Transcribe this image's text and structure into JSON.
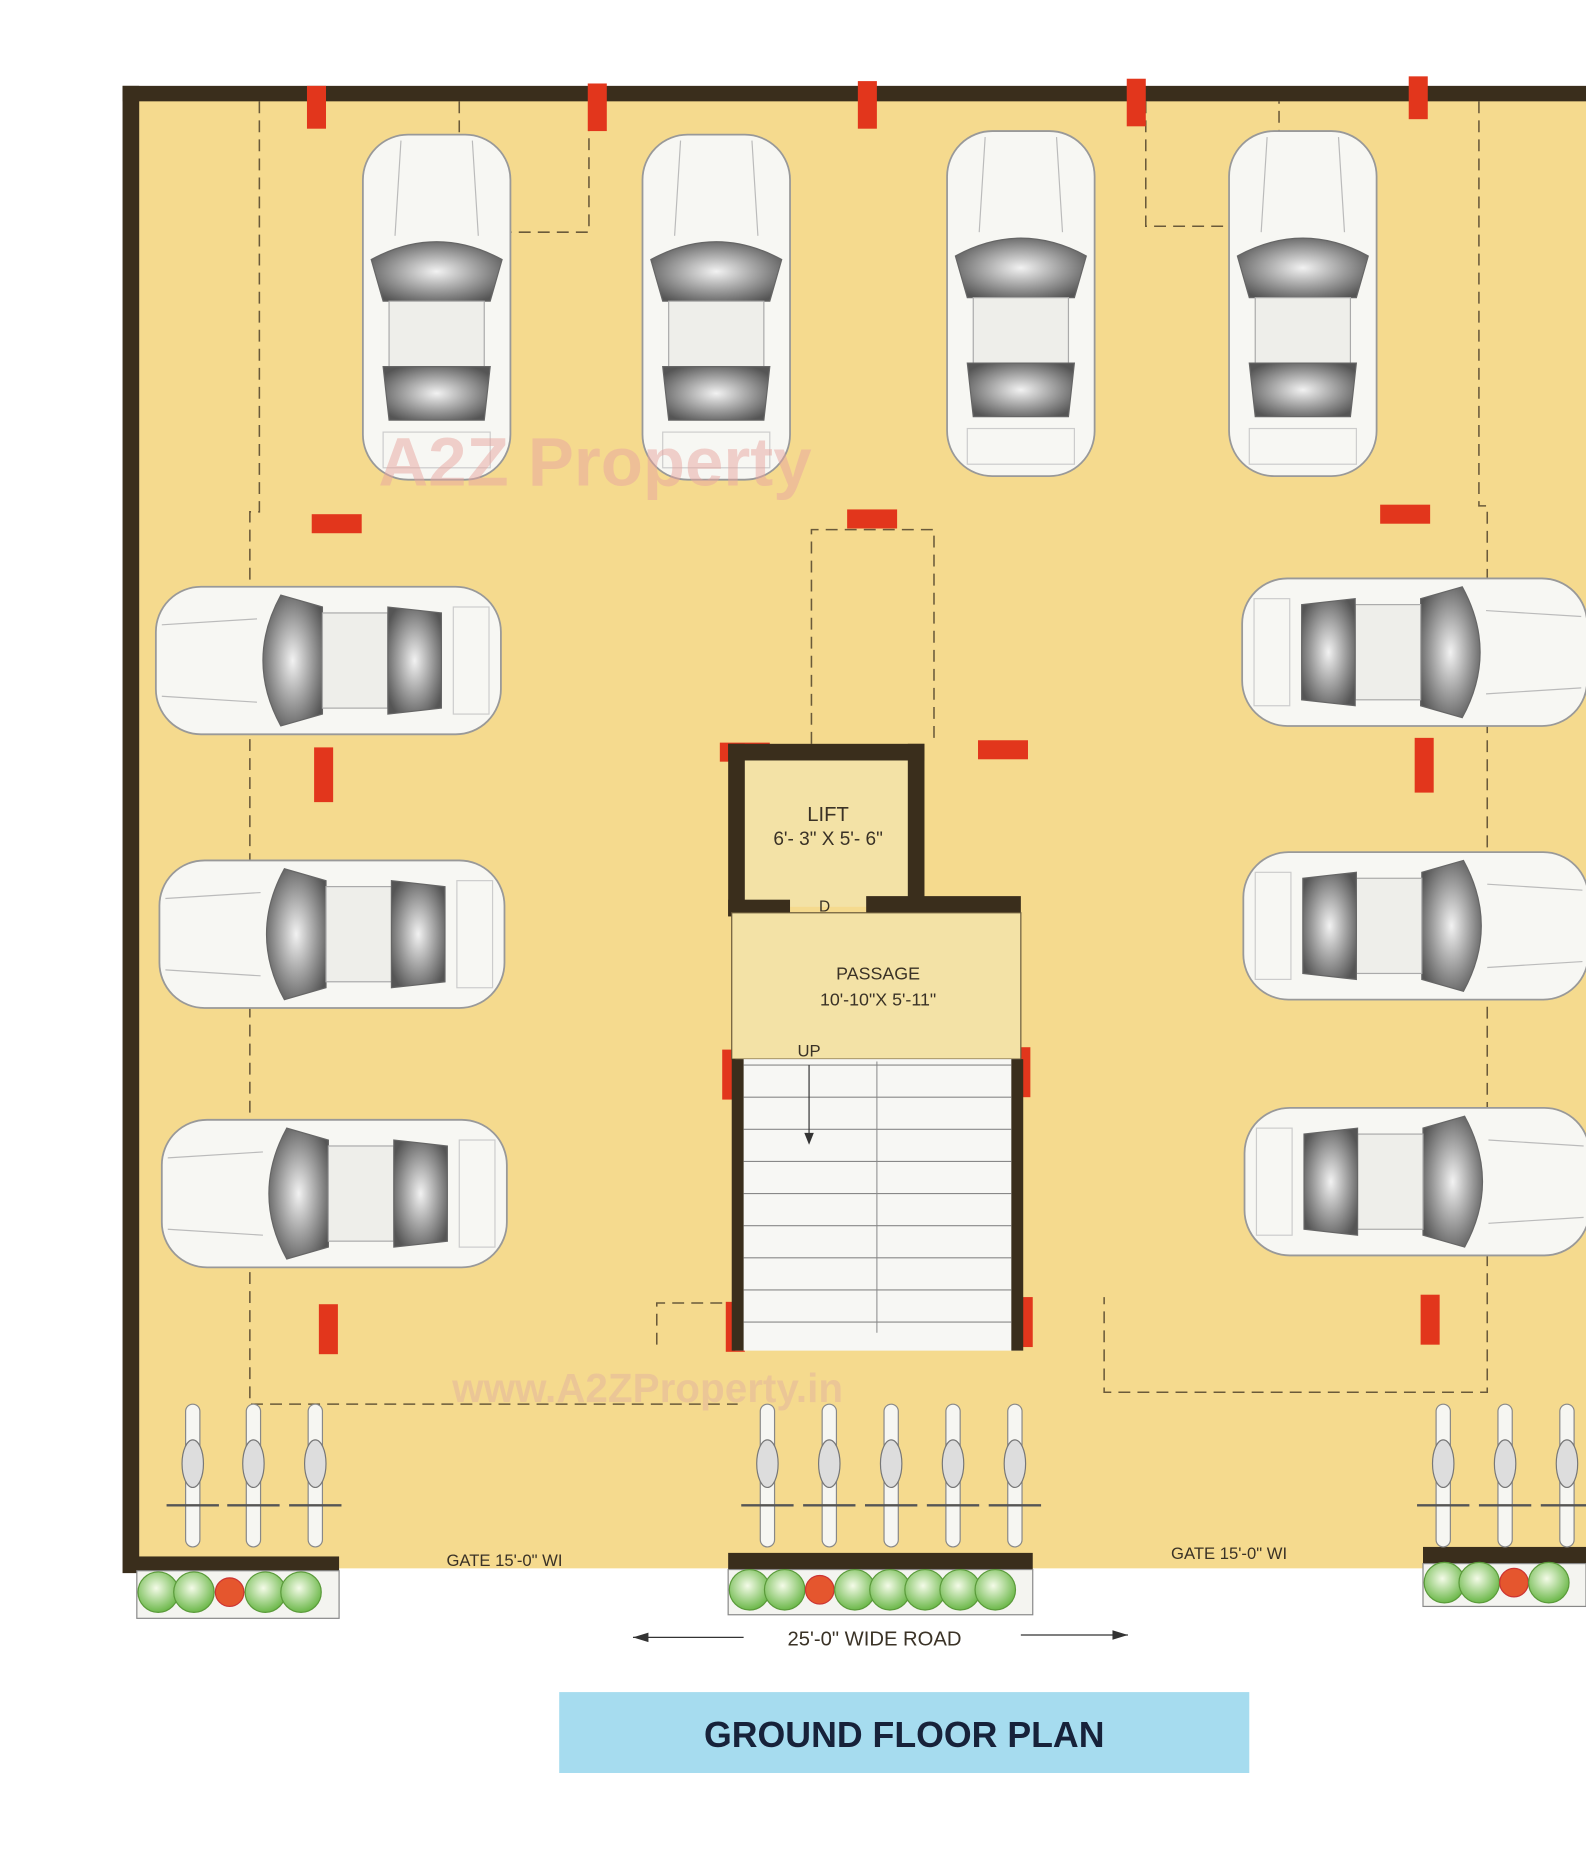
{
  "plan": {
    "title": "GROUND FLOOR PLAN",
    "lift": {
      "name": "LIFT",
      "size": "6'- 3\" X 5'- 6\"",
      "door": "D"
    },
    "passage": {
      "name": "PASSAGE",
      "size": "10'-10\"X 5'-11\""
    },
    "stair": {
      "label": "UP"
    },
    "gate_left": "GATE 15'-0\" WI",
    "gate_right": "GATE 15'-0\" WI",
    "road": "25'-0\" WIDE ROAD"
  },
  "watermark": {
    "logo": "A2Z Property",
    "url": "www.A2ZProperty.in"
  },
  "colors": {
    "floor": "#f5da8e",
    "wall": "#3a2e1c",
    "column": "#e2361c",
    "title_band": "#a6dcef",
    "tree": "#8cc866",
    "flower": "#e5562e"
  }
}
